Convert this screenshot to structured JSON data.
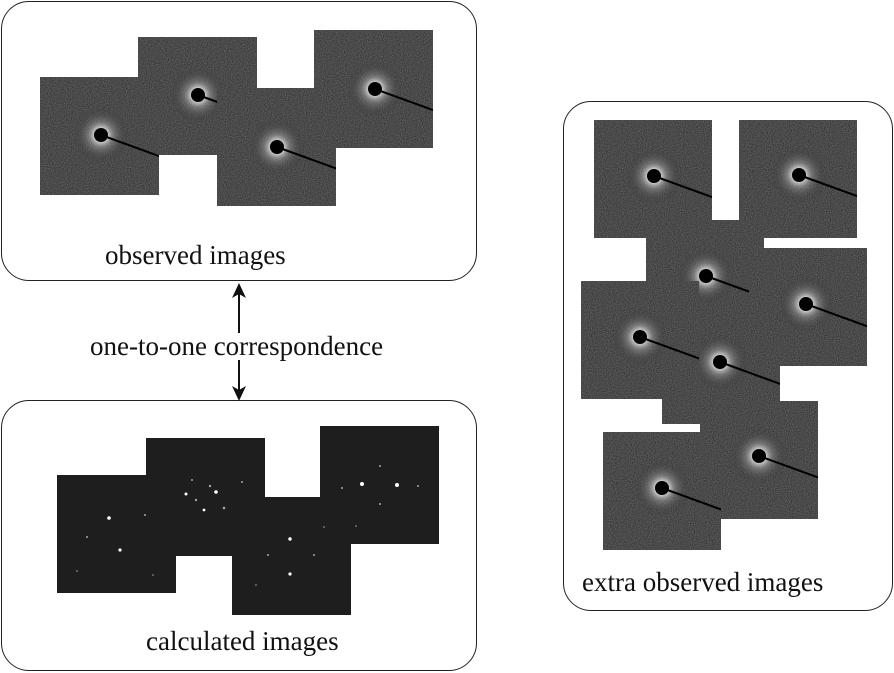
{
  "panels": {
    "observed": {
      "caption": "observed images"
    },
    "calculated": {
      "caption": "calculated images"
    },
    "extra": {
      "caption": "extra observed images"
    }
  },
  "relation": {
    "label": "one-to-one correspondence"
  },
  "colors": {
    "border": "#222222",
    "observed_tile": "#262626",
    "calculated_tile": "#1d1e1d",
    "halo": "#dcdcdc",
    "beam_stop": "#000000",
    "spot": "#ffffff"
  }
}
